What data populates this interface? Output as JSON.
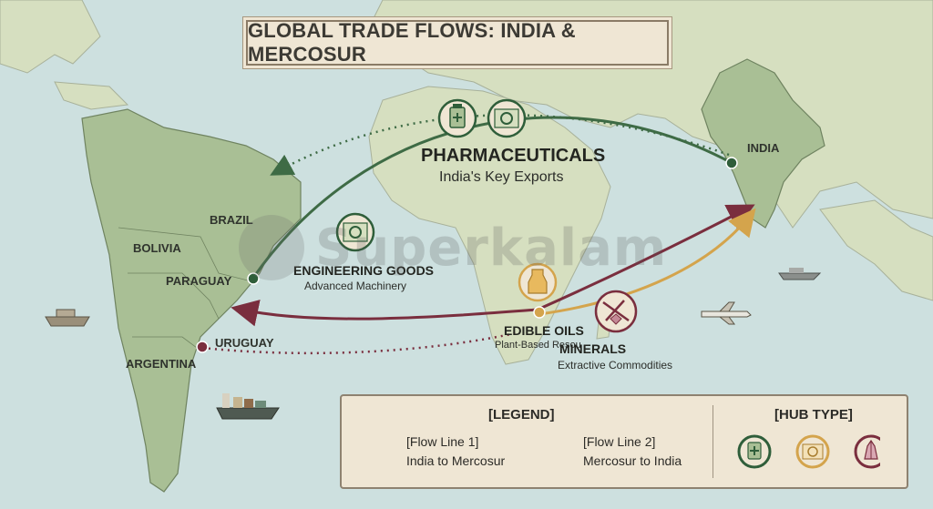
{
  "title": "GLOBAL TRADE FLOWS: INDIA & MERCOSUR",
  "countries": {
    "brazil": "BRAZIL",
    "bolivia": "BOLIVIA",
    "paraguay": "PARAGUAY",
    "uruguay": "URUGUAY",
    "argentina": "ARGENTINA",
    "india": "INDIA"
  },
  "goods": {
    "pharmaceuticals": {
      "title": "PHARMACEUTICALS",
      "subtitle": "India's Key Exports"
    },
    "engineering": {
      "title": "ENGINEERING GOODS",
      "subtitle": "Advanced Machinery"
    },
    "edible_oils": {
      "title": "EDIBLE OILS",
      "subtitle": "Plant-Based Resou"
    },
    "minerals": {
      "title": "MINERALS",
      "subtitle": "Extractive Commodities"
    }
  },
  "watermark": "Superkalam",
  "legend": {
    "title": "[LEGEND]",
    "flow1_label": "[Flow Line 1]",
    "flow2_label": "[Flow Line 2]",
    "india_to_mercosur": "India to Mercosur",
    "mercosur_to_india": "Mercosur to India",
    "hub_title": "[HUB TYPE]"
  },
  "colors": {
    "ocean": "#cde0df",
    "land": "#d6dfc0",
    "south_america": "#a9bf95",
    "india": "#a9bf95",
    "flow_green": "#3e6b45",
    "flow_maroon": "#7a2e3e",
    "flow_gold": "#d4a44c",
    "hub_green": "#2f5e3a",
    "hub_maroon": "#7a2e3e",
    "hub_gold": "#d4a44c"
  },
  "icons": [
    "medicine-bottle-icon",
    "gear-blueprint-icon",
    "oil-bottle-icon",
    "pickaxe-gem-icon",
    "ship-icon",
    "airplane-icon",
    "cargo-ship-icon",
    "crystal-icon"
  ]
}
